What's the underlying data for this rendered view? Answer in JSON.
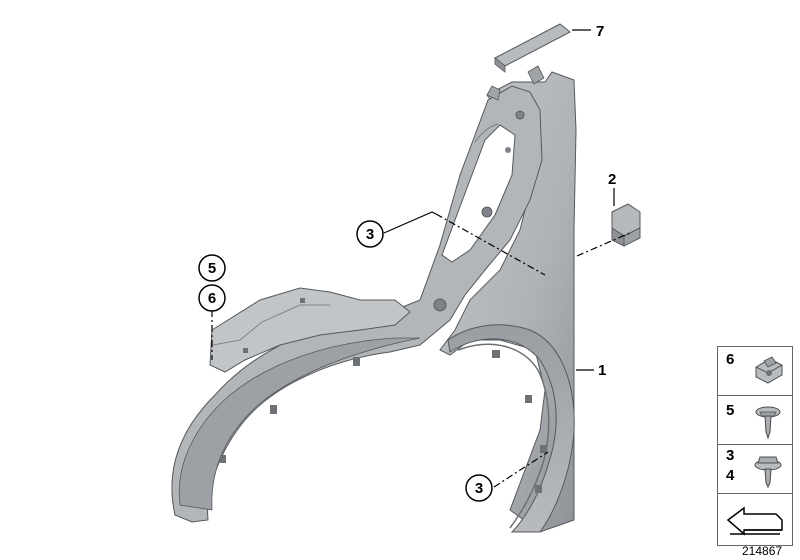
{
  "callouts": {
    "fender": "1",
    "bracket": "2",
    "screw_upper": "3",
    "screw_lower": "3",
    "item_five": "5",
    "item_six": "6",
    "trim_strip": "7"
  },
  "legend": {
    "row1_num": "6",
    "row2_num": "5",
    "row3_num_a": "3",
    "row3_num_b": "4"
  },
  "diagram_number": "214867",
  "colors": {
    "part_fill": "#a9acb0",
    "part_light": "#c9cbce",
    "part_dark": "#83878c",
    "outline": "#4a4d51"
  }
}
